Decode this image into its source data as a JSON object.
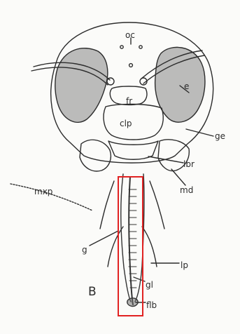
{
  "figure_letter": "B",
  "highlight_color": "#e12222",
  "labels": {
    "oc": "oc",
    "e": "e",
    "fr": "fr",
    "clp": "clp",
    "ge": "ge",
    "lbr": "lbr",
    "md": "md",
    "mxp": "mxp",
    "g": "g",
    "lp": "lp",
    "gl": "gl",
    "flb": "flb"
  }
}
